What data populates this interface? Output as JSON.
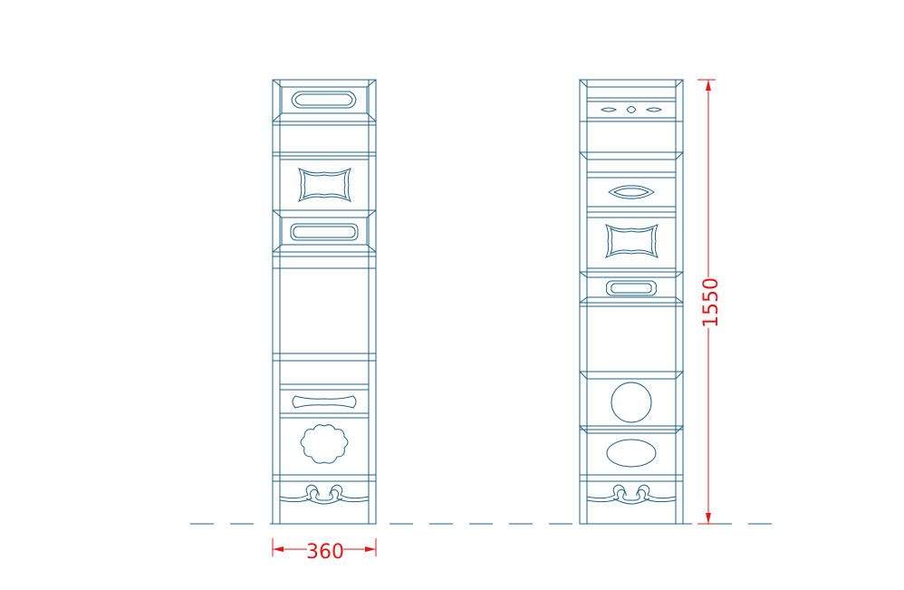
{
  "colors": {
    "background": "#ffffff",
    "line": "#1f5f86",
    "dimension": "#e01818"
  },
  "dimensions": {
    "width_label": "360",
    "height_label": "1550"
  },
  "views": [
    {
      "name": "front-elevation"
    },
    {
      "name": "side-elevation"
    }
  ]
}
